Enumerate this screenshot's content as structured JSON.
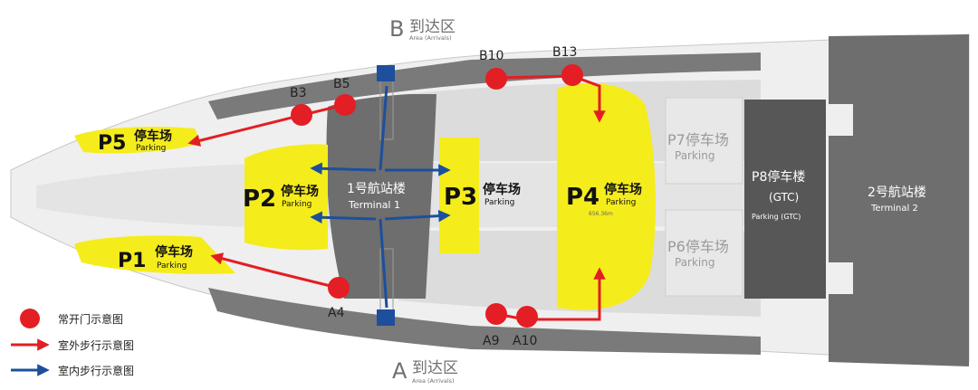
{
  "zones": {
    "b": {
      "letter": "B",
      "cn": "到达区",
      "en": "Area (Arrivals)"
    },
    "a": {
      "letter": "A",
      "cn": "到达区",
      "en": "Area (Arrivals)"
    }
  },
  "doors": {
    "b3": "B3",
    "b5": "B5",
    "b10": "B10",
    "b13": "B13",
    "a4": "A4",
    "a9": "A9",
    "a10": "A10"
  },
  "parking": {
    "p1": {
      "id": "P1",
      "cn": "停车场",
      "en": "Parking"
    },
    "p2": {
      "id": "P2",
      "cn": "停车场",
      "en": "Parking"
    },
    "p3": {
      "id": "P3",
      "cn": "停车场",
      "en": "Parking"
    },
    "p4": {
      "id": "P4",
      "cn": "停车场",
      "en": "Parking"
    },
    "p5": {
      "id": "P5",
      "cn": "停车场",
      "en": "Parking"
    },
    "p6": {
      "id": "P6",
      "cn": "停车场",
      "en": "Parking"
    },
    "p7": {
      "id": "P7",
      "cn": "停车场",
      "en": "Parking"
    },
    "p8": {
      "cn1": "P8停车楼",
      "cn2": "(GTC)",
      "en": "Parking (GTC)"
    }
  },
  "terminals": {
    "t1": {
      "cn": "1号航站楼",
      "en": "Terminal 1"
    },
    "t2": {
      "cn": "2号航站楼",
      "en": "Terminal 2"
    }
  },
  "elevation": "656.36m",
  "legend": {
    "door": "常开门示意图",
    "outdoor": "室外步行示意图",
    "indoor": "室内步行示意图"
  },
  "colors": {
    "parking_yellow": "#f5ec1c",
    "door_red": "#e31e24",
    "outdoor_red": "#e31e24",
    "indoor_blue": "#1d4f9c",
    "terminal_gray": "#6e6e6e",
    "p8_gray": "#575757",
    "roof_light": "#d9d9d9"
  }
}
